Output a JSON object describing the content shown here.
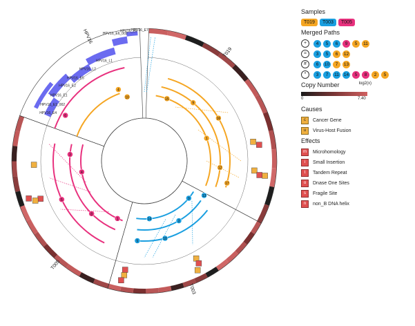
{
  "legend": {
    "samples_title": "Samples",
    "samples": [
      {
        "label": "T019",
        "color": "#f5a623"
      },
      {
        "label": "T003",
        "color": "#1a9fe0"
      },
      {
        "label": "T005",
        "color": "#e8317e"
      }
    ],
    "merged_paths_title": "Merged Paths",
    "merged_paths": [
      {
        "symbol": "+",
        "nodes": [
          {
            "n": "4",
            "c": "#1a9fe0"
          },
          {
            "n": "5",
            "c": "#1a9fe0"
          },
          {
            "n": "6",
            "c": "#1a9fe0"
          },
          {
            "n": "9",
            "c": "#e8317e"
          },
          {
            "n": "5",
            "c": "#f5a623"
          },
          {
            "n": "11",
            "c": "#f5a623"
          }
        ]
      },
      {
        "symbol": "=",
        "nodes": [
          {
            "n": "3",
            "c": "#1a9fe0"
          },
          {
            "n": "5",
            "c": "#1a9fe0"
          },
          {
            "n": "6",
            "c": "#f5a623"
          },
          {
            "n": "12",
            "c": "#f5a623"
          }
        ]
      },
      {
        "symbol": "#",
        "nodes": [
          {
            "n": "6",
            "c": "#1a9fe0"
          },
          {
            "n": "10",
            "c": "#1a9fe0"
          },
          {
            "n": "7",
            "c": "#f5a623"
          },
          {
            "n": "13",
            "c": "#f5a623"
          }
        ]
      },
      {
        "symbol": "*",
        "nodes": [
          {
            "n": "3",
            "c": "#1a9fe0"
          },
          {
            "n": "7",
            "c": "#1a9fe0"
          },
          {
            "n": "11",
            "c": "#1a9fe0"
          },
          {
            "n": "14",
            "c": "#1a9fe0"
          },
          {
            "n": "5",
            "c": "#e8317e"
          },
          {
            "n": "8",
            "c": "#e8317e"
          },
          {
            "n": "2",
            "c": "#f5a623"
          },
          {
            "n": "5",
            "c": "#f5a623"
          }
        ]
      }
    ],
    "copy_number_title": "Copy Number",
    "copy_number_scale": "log2(x)",
    "copy_number_min": "0",
    "copy_number_max": "7.40",
    "causes_title": "Causes",
    "causes": [
      {
        "code": "c",
        "label": "Cancer Gene"
      },
      {
        "code": "u",
        "label": "Virus-Host Fusion"
      }
    ],
    "effects_title": "Effects",
    "effects": [
      {
        "code": "m",
        "label": "Microhomology"
      },
      {
        "code": "i",
        "label": "Small Insertion"
      },
      {
        "code": "t",
        "label": "Tandem Repeat"
      },
      {
        "code": "o",
        "label": "Dnase One Sites"
      },
      {
        "code": "s",
        "label": "Fragile Site"
      },
      {
        "code": "n",
        "label": "non_B DNA helix"
      }
    ]
  },
  "circos": {
    "sectors": [
      {
        "label": "T019"
      },
      {
        "label": "T003"
      },
      {
        "label": "T005"
      },
      {
        "label": "HPV16"
      }
    ],
    "hpv_genes": [
      "HPV16_E7",
      "HPV16_E6",
      "HPV16_E6_002",
      "HPV16_L1",
      "HPV16_L2",
      "HPV16_E5",
      "HPV16_E2",
      "HPV16_E1",
      "HPV16_E1_002",
      "HPV16_E4"
    ],
    "colors": {
      "T019": "#f5a623",
      "T003": "#1a9fe0",
      "T005": "#e8317e",
      "hpv": "#6b6bf0"
    }
  }
}
